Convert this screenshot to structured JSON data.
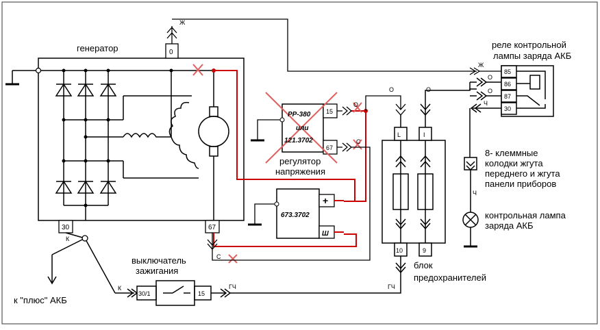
{
  "labels": {
    "generator": "генератор",
    "relay": "реле контрольной",
    "relay2": "лампы заряда АКБ",
    "regulator": "регулятор",
    "regulator2": "напряжения",
    "connectors1": "8- клеммные",
    "connectors2": "колодки жгута",
    "connectors3": "переднего и жгута",
    "connectors4": "панели приборов",
    "lamp1": "контрольная лампа",
    "lamp2": "заряда АКБ",
    "switch1": "выключатель",
    "switch2": "зажигания",
    "fuse1": "блок",
    "fuse2": "предохранителей",
    "akb": "к \"плюс\" АКБ"
  },
  "terminals": {
    "gen0": "0",
    "gen30": "30",
    "gen67": "67",
    "reg15": "15",
    "reg67": "67",
    "r85": "85",
    "r86": "86",
    "r87": "87",
    "r30": "30",
    "fL": "L",
    "fI": "I",
    "f10": "10",
    "f9": "9",
    "sw30": "30/1",
    "sw15": "15",
    "plus": "+",
    "sh": "Ш"
  },
  "devices": {
    "old1": "РР-380",
    "old2": "или",
    "old3": "121.3702",
    "new": "673.3702"
  },
  "wires": {
    "zh": "Ж",
    "o": "О",
    "ch": "Ч",
    "s": "С",
    "k": "К",
    "gch": "ГЧ"
  },
  "colors": {
    "line": "#000000",
    "red": "#cc0000",
    "cross": "#e06060"
  }
}
